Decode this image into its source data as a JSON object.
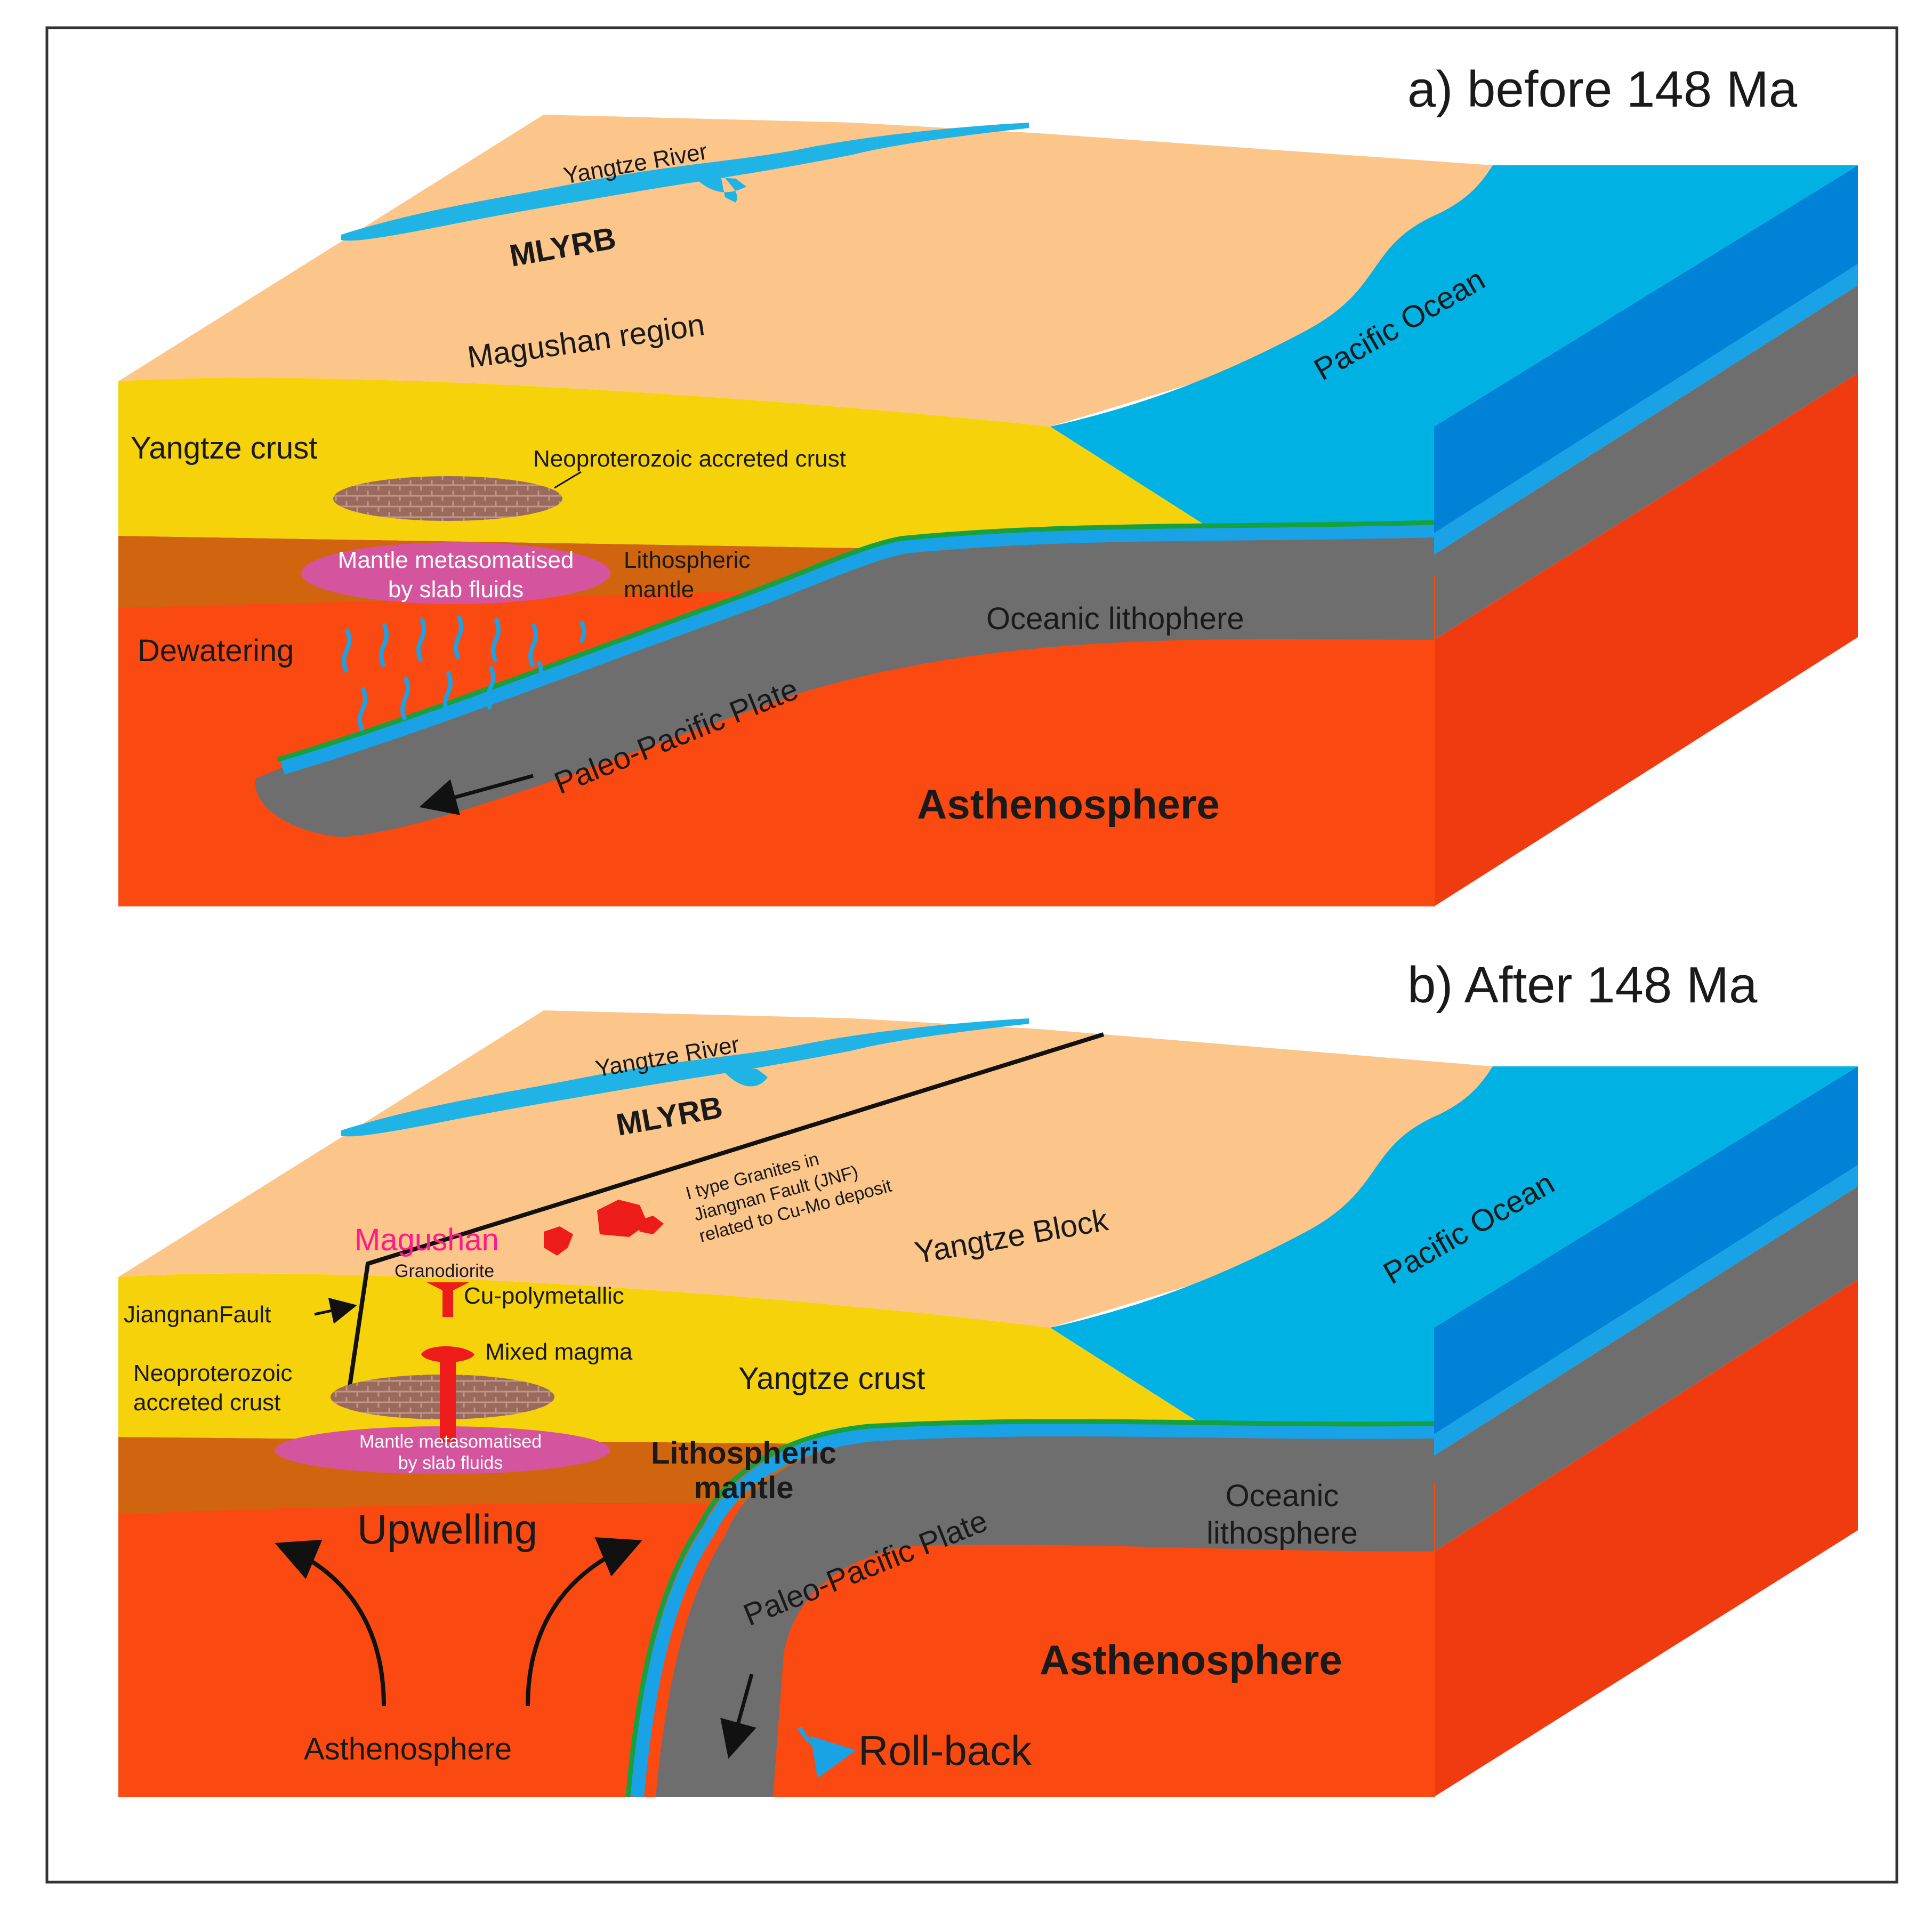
{
  "colors": {
    "land": "#fcc58a",
    "crust": "#f5d20a",
    "litho_mantle": "#d1640f",
    "asthenosphere": "#fa4a12",
    "astheno_side": "#f03b10",
    "ocean": "#00b2e3",
    "ocean_side": "#0083d6",
    "slab": "#6e6e6e",
    "slab_blue": "#19a2e6",
    "slab_green": "#16a13e",
    "river": "#1fb3e6",
    "accreted": "#9a6a5c",
    "metasomatised": "#d4549e",
    "magma": "#ee1b1b"
  },
  "panel_a": {
    "title": "a) before 148 Ma",
    "river": "Yangtze River",
    "mlyrb": "MLYRB",
    "region": "Magushan region",
    "ocean": "Pacific Ocean",
    "crust": "Yangtze crust",
    "accreted": "Neoproterozoic accreted crust",
    "metasomatised_1": "Mantle metasomatised",
    "metasomatised_2": "by slab fluids",
    "litho_mantle_1": "Lithospheric",
    "litho_mantle_2": "mantle",
    "dewatering": "Dewatering",
    "oceanic_litho": "Oceanic lithophere",
    "plate": "Paleo-Pacific Plate",
    "asthenosphere": "Asthenosphere"
  },
  "panel_b": {
    "title": "b) After 148 Ma",
    "river": "Yangtze River",
    "mlyrb": "MLYRB",
    "granites_1": "I type Granites in",
    "granites_2": "Jiangnan Fault (JNF)",
    "granites_3": "related to Cu-Mo deposit",
    "magushan": "Magushan",
    "granodiorite": "Granodiorite",
    "block": "Yangtze Block",
    "ocean": "Pacific Ocean",
    "fault": "JiangnanFault",
    "cu": "Cu-polymetallic",
    "mixed": "Mixed magma",
    "accreted_1": "Neoproterozoic",
    "accreted_2": "accreted crust",
    "crust": "Yangtze crust",
    "metasomatised_1": "Mantle metasomatised",
    "metasomatised_2": "by slab fluids",
    "litho_mantle_1": "Lithospheric",
    "litho_mantle_2": "mantle",
    "oceanic_1": "Oceanic",
    "oceanic_2": "lithosphere",
    "upwelling": "Upwelling",
    "plate": "Paleo-Pacific Plate",
    "asthenosphere_right": "Asthenosphere",
    "asthenosphere_left": "Asthenosphere",
    "rollback": "Roll-back"
  }
}
